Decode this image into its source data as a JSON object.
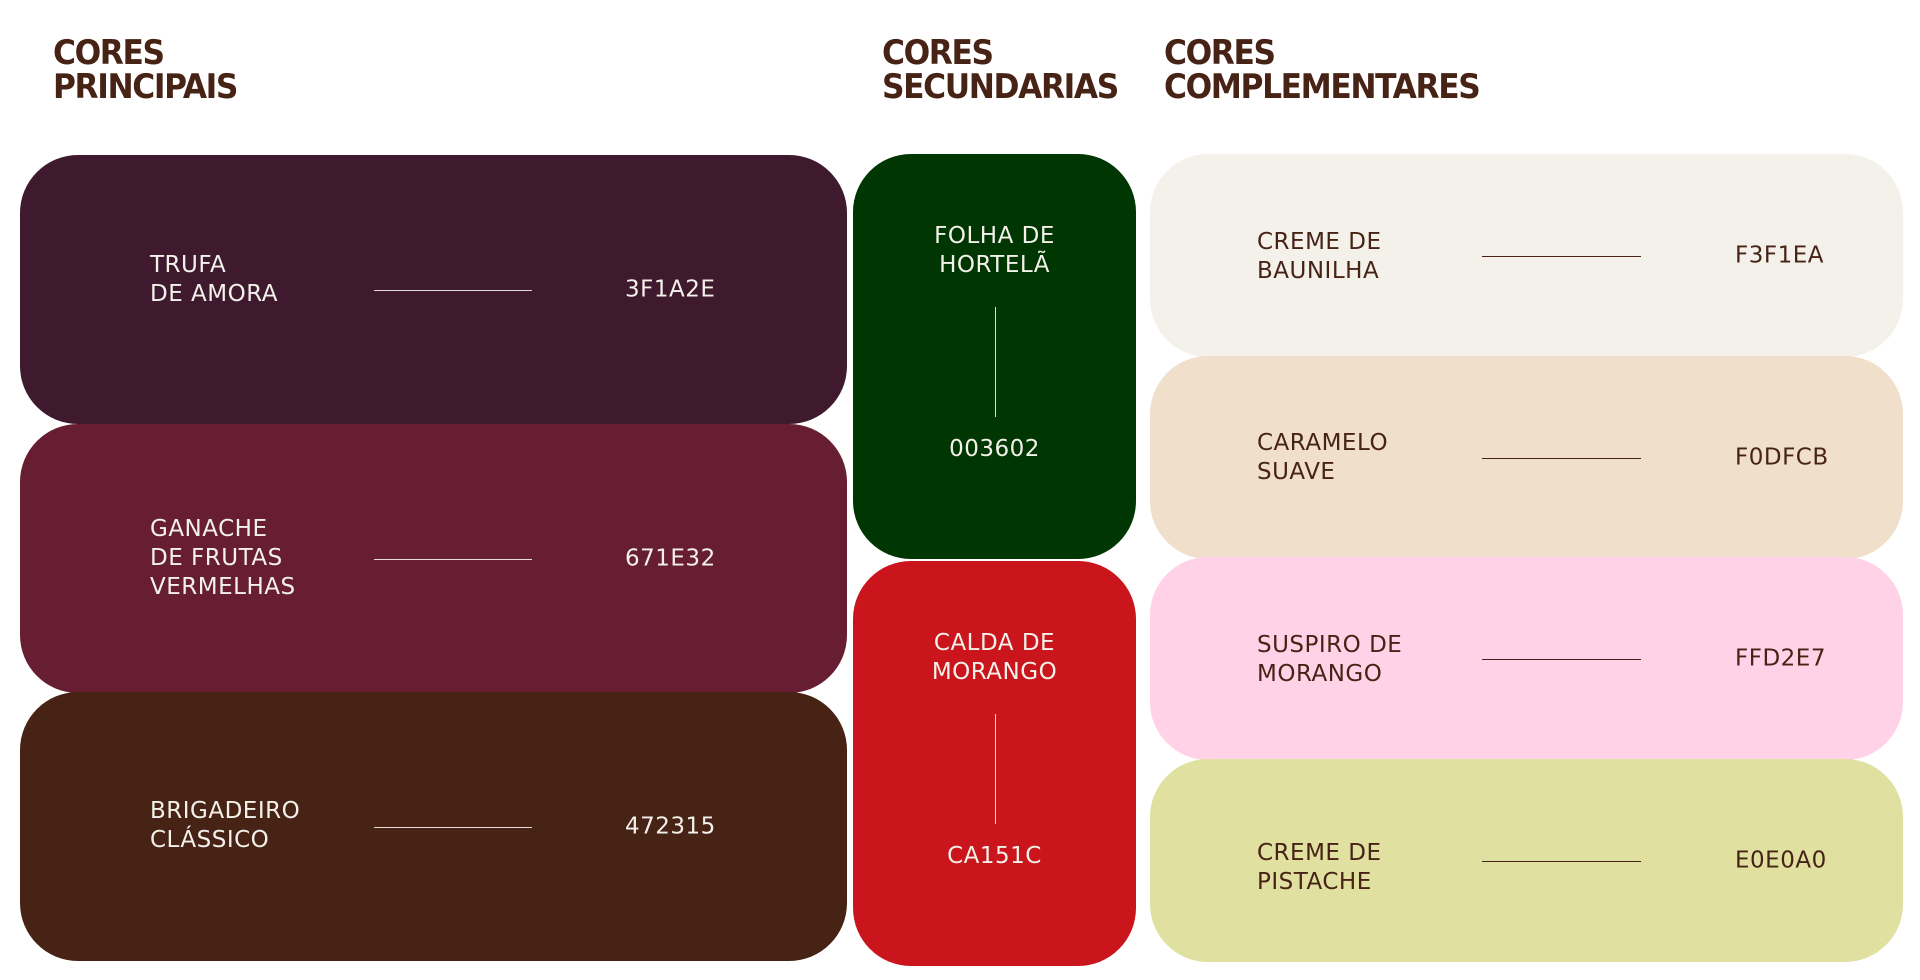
{
  "headings": {
    "principais": "CORES\nPRINCIPAIS",
    "secundarias": "CORES\nSECUNDARIAS",
    "complementares": "CORES\nCOMPLEMENTARES"
  },
  "principais": [
    {
      "name": "TRUFA\nDE AMORA",
      "code": "3F1A2E",
      "color": "#3F1A2E",
      "text_color": "#F3F1EA"
    },
    {
      "name": "GANACHE\nDE FRUTAS\nVERMELHAS",
      "code": "671E32",
      "color": "#671E32",
      "text_color": "#F3F1EA"
    },
    {
      "name": "BRIGADEIRO\nCLÁSSICO",
      "code": "472315",
      "color": "#472315",
      "text_color": "#F3F1EA"
    }
  ],
  "secundarias": [
    {
      "name": "FOLHA DE\nHORTELÃ",
      "code": "003602",
      "color": "#003602",
      "text_color": "#F3F1EA"
    },
    {
      "name": "CALDA DE\nMORANGO",
      "code": "CA151C",
      "color": "#CA151C",
      "text_color": "#F3F1EA"
    }
  ],
  "complementares": [
    {
      "name": "CREME DE\nBAUNILHA",
      "code": "F3F1EA",
      "color": "#F3F1EA",
      "text_color": "#472315"
    },
    {
      "name": "CARAMELO\nSUAVE",
      "code": "F0DFCB",
      "color": "#F0DFCB",
      "text_color": "#472315"
    },
    {
      "name": "SUSPIRO DE\nMORANGO",
      "code": "FFD2E7",
      "color": "#FFD2E7",
      "text_color": "#472315"
    },
    {
      "name": "CREME DE\nPISTACHE",
      "code": "E0E0A0",
      "color": "#E0E0A0",
      "text_color": "#472315"
    }
  ]
}
